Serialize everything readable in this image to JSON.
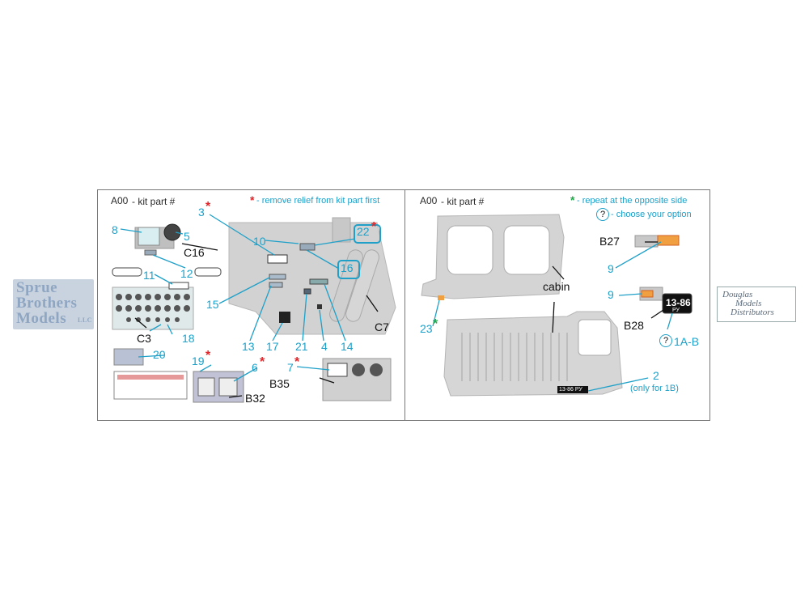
{
  "left_panel": {
    "header_code": "A00",
    "header_kit": " - kit part #",
    "note_star": "*",
    "note_text": " - remove relief from kit part first",
    "callouts": {
      "n3": "3",
      "n8": "8",
      "n5": "5",
      "c16": "C16",
      "n10": "10",
      "n22": "22",
      "n16": "16",
      "n12": "12",
      "n11": "11",
      "n15": "15",
      "c3": "C3",
      "n18": "18",
      "n13": "13",
      "n17": "17",
      "n21": "21",
      "n4": "4",
      "n14": "14",
      "c7": "C7",
      "n20": "20",
      "n19": "19",
      "n6": "6",
      "n7": "7",
      "b35": "B35",
      "b32": "B32"
    },
    "stars": {
      "s3": "*",
      "s22": "*",
      "s19": "*",
      "s6": "*",
      "s7": "*"
    }
  },
  "right_panel": {
    "header_code": "A00",
    "header_kit": " - kit part #",
    "note1_star": "*",
    "note1_text": " - repeat at the opposite side",
    "note2_icon": "?",
    "note2_text": " - choose your option",
    "callouts": {
      "b27": "B27",
      "n9a": "9",
      "n9b": "9",
      "b28": "B28",
      "n1ab": "1A-B",
      "cabin": "cabin",
      "n23": "23",
      "n2": "2",
      "only1b": "(only for 1B)",
      "q1ab": "?"
    },
    "stars": {
      "s23": "*"
    },
    "plate_text": "13-86",
    "plate_sub": "РУ",
    "plate_small": "13-86 РУ"
  },
  "logos": {
    "sprue_line1": "Sprue",
    "sprue_line2": "Brothers",
    "sprue_line3": "Models",
    "sprue_suffix": "LLC",
    "douglas_line1": "Douglas",
    "douglas_line2": "Models",
    "douglas_line3": "Distributors"
  },
  "colors": {
    "accent_blue": "#1ea0c8",
    "star_red": "#e0262a",
    "star_green": "#22a84a",
    "part_gray": "#d2d2d2"
  }
}
